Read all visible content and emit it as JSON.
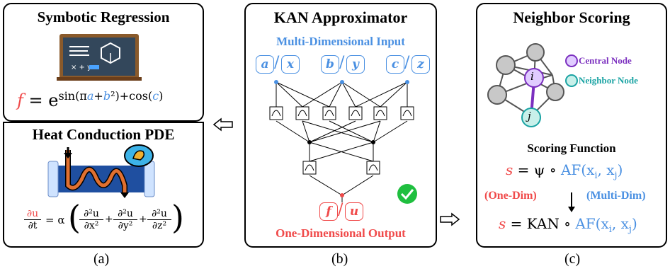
{
  "panel_a": {
    "title_top": "Symbotic Regression",
    "formula_f": "f",
    "formula_eq": " = e",
    "formula_exp_a": "sin(π",
    "formula_exp_avar": "a",
    "formula_exp_plus": "+",
    "formula_exp_bvar": "b",
    "formula_exp_sq": "²",
    "formula_exp_close": ")+cos(",
    "formula_exp_cvar": "c",
    "formula_exp_end": ")",
    "title_bottom": "Heat Conduction PDE",
    "pde_du": "∂u",
    "pde_dt": "∂t",
    "pde_eq": "= α",
    "pde_t1n": "∂²u",
    "pde_t1d": "∂x²",
    "pde_t2n": "∂²u",
    "pde_t2d": "∂y²",
    "pde_t3n": "∂²u",
    "pde_t3d": "∂z²",
    "caption": "(a)"
  },
  "panel_b": {
    "title": "KAN Approximator",
    "input_label": "Multi-Dimensional Input",
    "inputs": [
      [
        "a",
        "x"
      ],
      [
        "b",
        "y"
      ],
      [
        "c",
        "z"
      ]
    ],
    "outputs": [
      "f",
      "u"
    ],
    "output_label": "One-Dimensional Output",
    "caption": "(b)"
  },
  "panel_c": {
    "title": "Neighbor Scoring",
    "legend_central": "Central Node",
    "legend_neighbor": "Neighbor Node",
    "node_i": "i",
    "node_j": "j",
    "scoring_title": "Scoring Function",
    "eq1_s": "s",
    "eq1_rest": " = ψ ∘ ",
    "eq1_af": "AF(x",
    "eq1_i": "i",
    "eq1_mid": ", x",
    "eq1_j": "j",
    "eq1_end": ")",
    "one_dim": "(One-Dim)",
    "multi_dim": "(Multi-Dim)",
    "eq2_s": "s",
    "eq2_rest": " = KAN ∘ ",
    "eq2_af": "AF(x",
    "eq2_i": "i",
    "eq2_mid": ", x",
    "eq2_j": "j",
    "eq2_end": ")",
    "caption": "(c)"
  },
  "colors": {
    "red": "#f04a4a",
    "blue": "#4a90e2",
    "purple": "#7b2fbf",
    "teal": "#1aa3a3",
    "green": "#1fbf3f"
  }
}
